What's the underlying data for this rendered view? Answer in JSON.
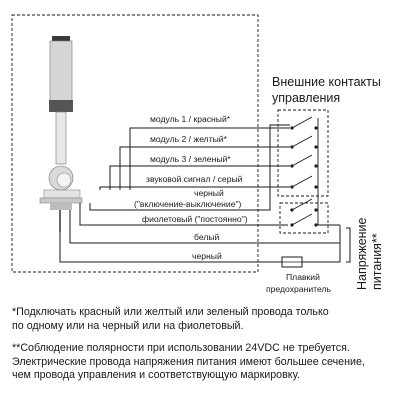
{
  "diagram": {
    "external_contacts_title_1": "Внешние контакты",
    "external_contacts_title_2": "управления",
    "wire_labels": [
      "модуль 1 / красный*",
      "модуль 2 / желтый*",
      "модуль 3 / зеленый*",
      "звуковой сигнал / серый",
      "черный",
      "(\"включение-выключение\")",
      "фиолетовый (\"постоянно\")",
      "белый",
      "черный"
    ],
    "fuse_label_1": "Плавкий",
    "fuse_label_2": "предохранитель",
    "supply_voltage_1": "Напряжение",
    "supply_voltage_2": "питания**"
  },
  "notes": {
    "note_1": "*Подключать красный или желтый или зеленый провода только\n по одному или на черный или на фиолетовый.",
    "note_2": "**Соблюдение полярности при использовании 24VDC не требуется.\nЭлектрические провода напряжения питания имеют большее сечение,\nчем провода управления и соответствующую маркировку."
  }
}
